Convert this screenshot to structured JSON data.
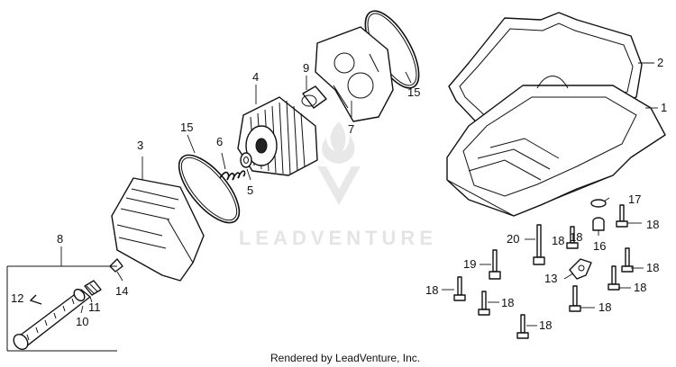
{
  "diagram": {
    "labels": [
      {
        "id": "p1",
        "text": "1"
      },
      {
        "id": "p2",
        "text": "2"
      },
      {
        "id": "p3",
        "text": "3"
      },
      {
        "id": "p4",
        "text": "4"
      },
      {
        "id": "p5",
        "text": "5"
      },
      {
        "id": "p6",
        "text": "6"
      },
      {
        "id": "p7",
        "text": "7"
      },
      {
        "id": "p8",
        "text": "8"
      },
      {
        "id": "p9",
        "text": "9"
      },
      {
        "id": "p10",
        "text": "10"
      },
      {
        "id": "p11",
        "text": "11"
      },
      {
        "id": "p12",
        "text": "12"
      },
      {
        "id": "p13",
        "text": "13"
      },
      {
        "id": "p14",
        "text": "14"
      },
      {
        "id": "p15a",
        "text": "15"
      },
      {
        "id": "p15b",
        "text": "15"
      },
      {
        "id": "p16",
        "text": "16"
      },
      {
        "id": "p17",
        "text": "17"
      },
      {
        "id": "p18a",
        "text": "18"
      },
      {
        "id": "p18b",
        "text": "18"
      },
      {
        "id": "p18c",
        "text": "18"
      },
      {
        "id": "p18d",
        "text": "18"
      },
      {
        "id": "p18e",
        "text": "18"
      },
      {
        "id": "p18f",
        "text": "18"
      },
      {
        "id": "p18g",
        "text": "18"
      },
      {
        "id": "p18h",
        "text": "18"
      },
      {
        "id": "p18i",
        "text": "18"
      },
      {
        "id": "p19",
        "text": "19"
      },
      {
        "id": "p20",
        "text": "20"
      }
    ]
  },
  "watermark": {
    "text": "LEADVENTURE",
    "icon": "leadventure-logo-icon"
  },
  "credit": {
    "text": "Rendered by LeadVenture, Inc."
  }
}
